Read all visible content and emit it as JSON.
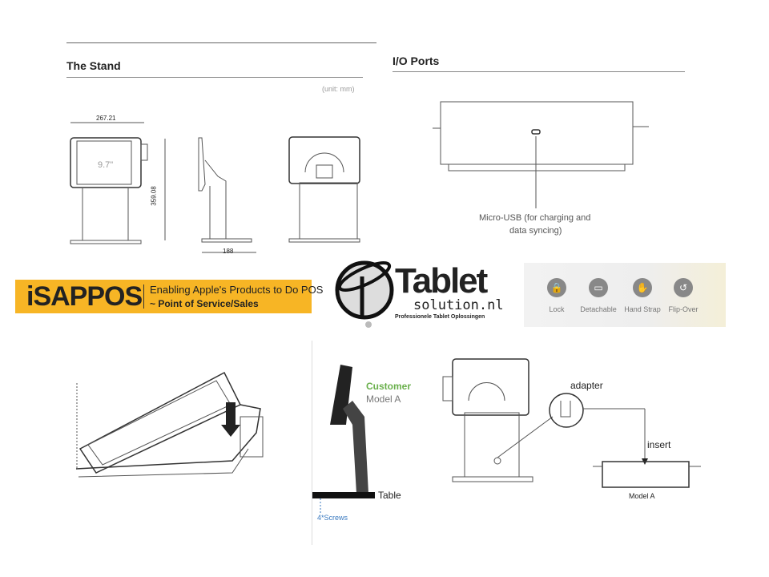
{
  "stand": {
    "title": "The Stand",
    "unit": "(unit: mm)",
    "width_dim": "267.21",
    "height_dim": "359.08",
    "depth_dim": "188",
    "screen_size": "9.7\""
  },
  "io": {
    "title": "I/O Ports",
    "port_label_1": "Micro-USB (for charging and",
    "port_label_2": "data syncing)"
  },
  "isappos": {
    "logo": "iSAPPOS",
    "tagline": "Enabling Apple's Products to Do POS",
    "subtitle": "~ Point of Service/Sales",
    "bg": "#f7b525"
  },
  "tablet_solution": {
    "name": "Tablet",
    "domain": "solution.nl",
    "tagline": "Professionele Tablet Oplossingen"
  },
  "features": [
    {
      "label": "Lock",
      "icon": "lock-icon"
    },
    {
      "label": "Detachable",
      "icon": "detachable-icon"
    },
    {
      "label": "Hand Strap",
      "icon": "hand-strap-icon"
    },
    {
      "label": "Flip-Over",
      "icon": "flip-over-icon"
    }
  ],
  "mount": {
    "customer": "Customer",
    "model": "Model A",
    "table": "Table",
    "screws": "4*Screws",
    "accent": "#6ab04c",
    "screws_color": "#3a7ac0"
  },
  "adapter": {
    "adapter": "adapter",
    "insert": "insert",
    "model": "Model A"
  }
}
